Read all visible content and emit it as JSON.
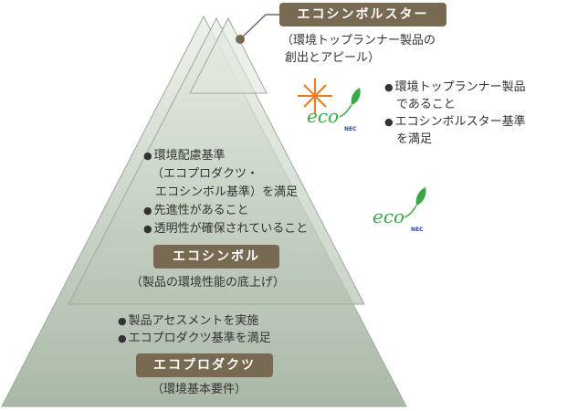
{
  "top": {
    "label": "エコシンボルスター",
    "subtitle": [
      "（環境トップランナー製品の",
      "創出とアピール）"
    ],
    "bullets": [
      "環境トップランナー製品",
      "であること",
      "エコシンボルスター基準",
      "を満足"
    ]
  },
  "middle": {
    "label": "エコシンボル",
    "subtitle": "（製品の環境性能の底上げ）",
    "bullets": [
      "環境配慮基準",
      "（エコプロダクツ・",
      "エコシンボル基準）を満足",
      "先進性があること",
      "透明性が確保されていること"
    ]
  },
  "bottom": {
    "label": "エコプロダクツ",
    "subtitle": "（環境基本要件）",
    "bullets": [
      "製品アセスメントを実施",
      "エコプロダクツ基準を満足"
    ]
  },
  "logo": {
    "text": "eco",
    "brand": "NEC"
  },
  "colors": {
    "label_bg": "#786a52",
    "tri_light": "#e3eae0",
    "tri_dark": "#aebcab",
    "eco_green": "#3aa84a",
    "star_orange": "#f07a1a"
  }
}
